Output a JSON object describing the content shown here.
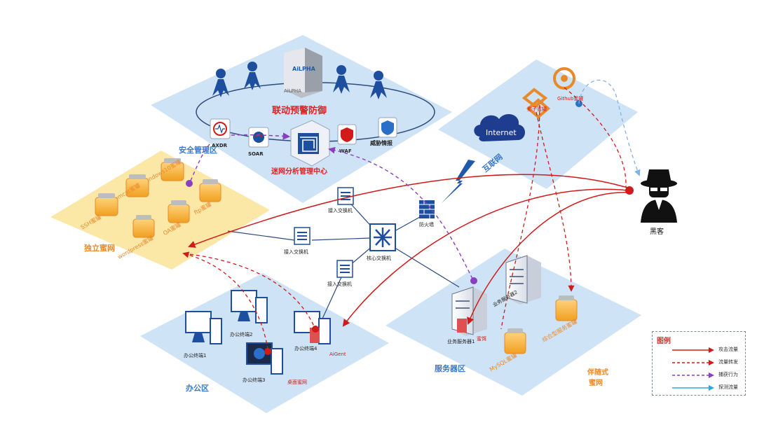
{
  "colors": {
    "zone": "#cfe3f6",
    "zone_yellow": "#fbe7a6",
    "attack": "#d11a1a",
    "forward": "#d11a1a",
    "capture": "#8a3fbf",
    "probe": "#2aa8e0",
    "line": "#2c4a7a",
    "label_blue": "#3a78c9",
    "label_orange": "#e8892b",
    "label_red": "#e02020"
  },
  "zones": {
    "security": "安全管理区",
    "internet": "互联网",
    "honeynet": "独立蜜网",
    "office": "办公区",
    "server": "服务器区",
    "companion": "伴随式\n蜜网"
  },
  "security": {
    "title": "联动预警防御",
    "ailpha_logo": "AiLPHA",
    "ailpha_caption": "AiLPHA",
    "axdr": "AXDR",
    "soar": "SOAR",
    "center": "迷网分析管理中心",
    "waf": "WAF",
    "intel": "威胁情报"
  },
  "internet": {
    "cloud": "Internet",
    "shadow_honey": "影子蜜罐",
    "github_honey": "Github蜜罐"
  },
  "network": {
    "access_switch_top": "接入交换机",
    "access_switch_mid": "接入交换机",
    "core_switch": "核心交换机",
    "access_switch_low": "接入交换机",
    "firewall": "防火墙"
  },
  "honeynet": {
    "windows10": "windows10蜜罐",
    "tomcat": "Tomcat蜜罐",
    "ftp": "ftp蜜罐",
    "ssh": "SSH蜜罐",
    "oa": "OA蜜罐",
    "wordpress": "wordpress蜜罐"
  },
  "office": {
    "t1": "办公终端1",
    "t2": "办公终端2",
    "t3": "办公终端3",
    "t4": "办公终端4",
    "agent": "AiGent",
    "desk_honeynet": "桌面蜜网"
  },
  "server": {
    "s1": "业务服务器1",
    "s2": "业务服务器2",
    "honey_tag": "蜜饵",
    "composite": "综合型服务蜜罐",
    "mysql": "MySQL蜜罐"
  },
  "hacker": {
    "label": "黑客",
    "icon": "hacker-icon"
  },
  "legend": {
    "title": "图例",
    "items": [
      {
        "label": "攻击流量",
        "style": "solid",
        "color": "#d11a1a"
      },
      {
        "label": "流量转发",
        "style": "dashed",
        "color": "#d11a1a"
      },
      {
        "label": "捕获行为",
        "style": "dashed",
        "color": "#8a3fbf"
      },
      {
        "label": "探测流量",
        "style": "solid",
        "color": "#2aa8e0"
      }
    ]
  }
}
